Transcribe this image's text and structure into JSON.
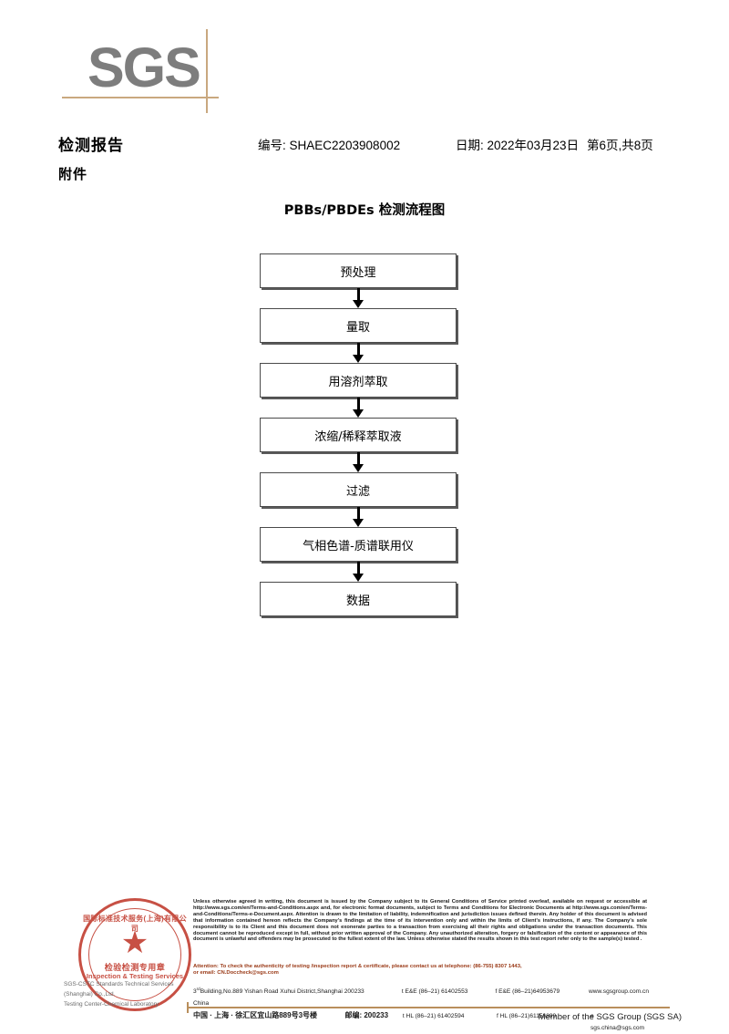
{
  "logo": {
    "text": "SGS"
  },
  "header": {
    "title": "检测报告",
    "attachment_label": "附件",
    "report_no": "编号: SHAEC2203908002",
    "date": "日期: 2022年03月23日",
    "page": "第6页,共8页"
  },
  "flowchart": {
    "title": "PBBs/PBDEs 检测流程图",
    "type": "vertical-flow",
    "steps": [
      "预处理",
      "量取",
      "用溶剂萃取",
      "浓缩/稀释萃取液",
      "过滤",
      "气相色谱-质谱联用仪",
      "数据"
    ]
  },
  "seal": {
    "arc_text": "国际标准技术服务(上海)有限公司",
    "cn_label": "检验检测专用章",
    "en_label": "Inspection & Testing Services",
    "star": "★",
    "color": "#c0392b"
  },
  "company": {
    "line1": "SGS-CSTC Standards Technical Services (Shanghai) Co.,Ltd.",
    "line2": "Testing Center-Chemical Laboratory"
  },
  "legal": {
    "paragraph": "Unless otherwise agreed in writing, this document is issued by the Company subject to its General Conditions of Service printed overleaf, available on request or accessible at http://www.sgs.com/en/Terms-and-Conditions.aspx and, for electronic format documents, subject to Terms and Conditions for Electronic Documents at http://www.sgs.com/en/Terms-and-Conditions/Terms-e-Document.aspx. Attention is drawn to the limitation of liability, indemnification and jurisdiction issues defined therein. Any holder of this document is advised that information contained hereon reflects the Company's findings at the time of its intervention only and within the limits of Client's instructions, if any. The Company's sole responsibility is to its Client and this document does not exonerate parties to a transaction from exercising all their rights and obligations under the transaction documents. This document cannot be reproduced except in full, without prior written approval of the Company. Any unauthorized alteration, forgery or falsification of the content or appearance of this document is unlawful and offenders may be prosecuted to the fullest extent of the law. Unless otherwise stated the results shown in this test report refer only to the sample(s) tested .",
    "attention_line1": "Attention: To check the authenticity of testing /inspection report & certificate, please contact us at telephone: (86-755) 8307 1443,",
    "attention_line2": "or email: CN.Doccheck@sgs.com",
    "attention_color": "#9a3a17"
  },
  "address": {
    "en_address": "3<sup>rd</sup>Building,No.889 Yishan Road Xuhui District,Shanghai China",
    "en_postcode": "200233",
    "en_tel1": "t E&E (86–21) 61402553",
    "en_tel2": "f E&E (86–21)64953679",
    "en_web": "www.sgsgroup.com.cn",
    "cn_address": "中国 · 上海 · 徐汇区宜山路889号3号楼",
    "cn_postcode": "邮编: 200233",
    "cn_tel1": "t HL (86–21) 61402594",
    "cn_tel2": "f HL (86–21)61156899",
    "cn_email": "e sgs.china@sgs.com"
  },
  "footer": {
    "member": "Member of the SGS Group (SGS SA)"
  }
}
